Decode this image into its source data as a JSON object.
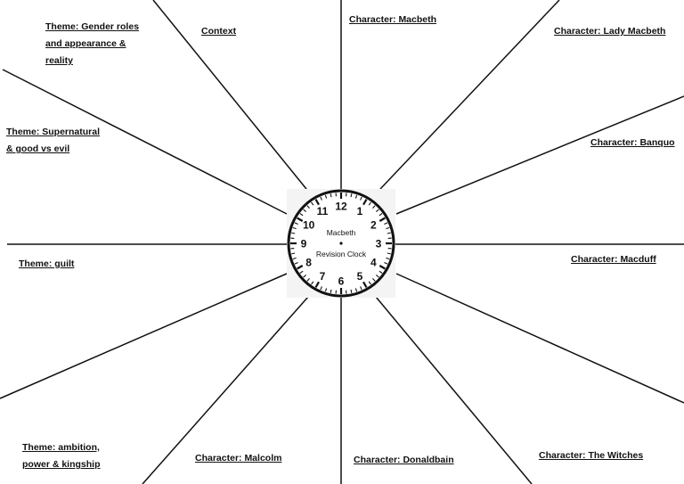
{
  "labels": {
    "context": "Context",
    "macbeth": "Character: Macbeth",
    "lady_macbeth": "Character: Lady Macbeth",
    "banquo": "Character: Banquo",
    "macduff": "Character: Macduff",
    "witches": "Character: The Witches",
    "donaldbain": "Character: Donaldbain",
    "malcolm": "Character: Malcolm",
    "ambition_1": "Theme: ambition,",
    "ambition_2": "power & kingship",
    "guilt": "Theme: guilt",
    "supernatural_1": "Theme:  Supernatural",
    "supernatural_2": "& good vs evil",
    "gender_1": "Theme: Gender roles",
    "gender_2": "and appearance &",
    "gender_3": "reality"
  },
  "clock": {
    "title_line1": "Macbeth",
    "title_line2": "Revision Clock",
    "numerals": [
      "12",
      "1",
      "2",
      "3",
      "4",
      "5",
      "6",
      "7",
      "8",
      "9",
      "10",
      "11"
    ]
  }
}
